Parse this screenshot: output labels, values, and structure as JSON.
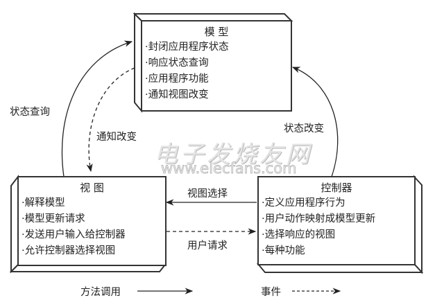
{
  "model": {
    "title": "模 型",
    "items": [
      "·封闭应用程序状态",
      "·响应状态查询",
      "·应用程序功能",
      "·通知视图改变"
    ]
  },
  "view": {
    "title": "视 图",
    "items": [
      "·解释模型",
      "·模型更新请求",
      "·发送用户输入给控制器",
      "·允许控制器选择视图"
    ]
  },
  "controller": {
    "title": "控制器",
    "items": [
      "·定义应用程序行为",
      "·用户动作映射成模型更新",
      "·选择响应的视图",
      "·每种功能"
    ]
  },
  "arrows": {
    "state_query": "状态查询",
    "notify_change": "通知改变",
    "state_change": "状态改变",
    "view_select": "视图选择",
    "user_request": "用户请求"
  },
  "legend": {
    "method_call": "方法调用",
    "event": "事件"
  },
  "watermark": {
    "cn": "电子发烧友网",
    "url": "www.elecfans.com"
  }
}
